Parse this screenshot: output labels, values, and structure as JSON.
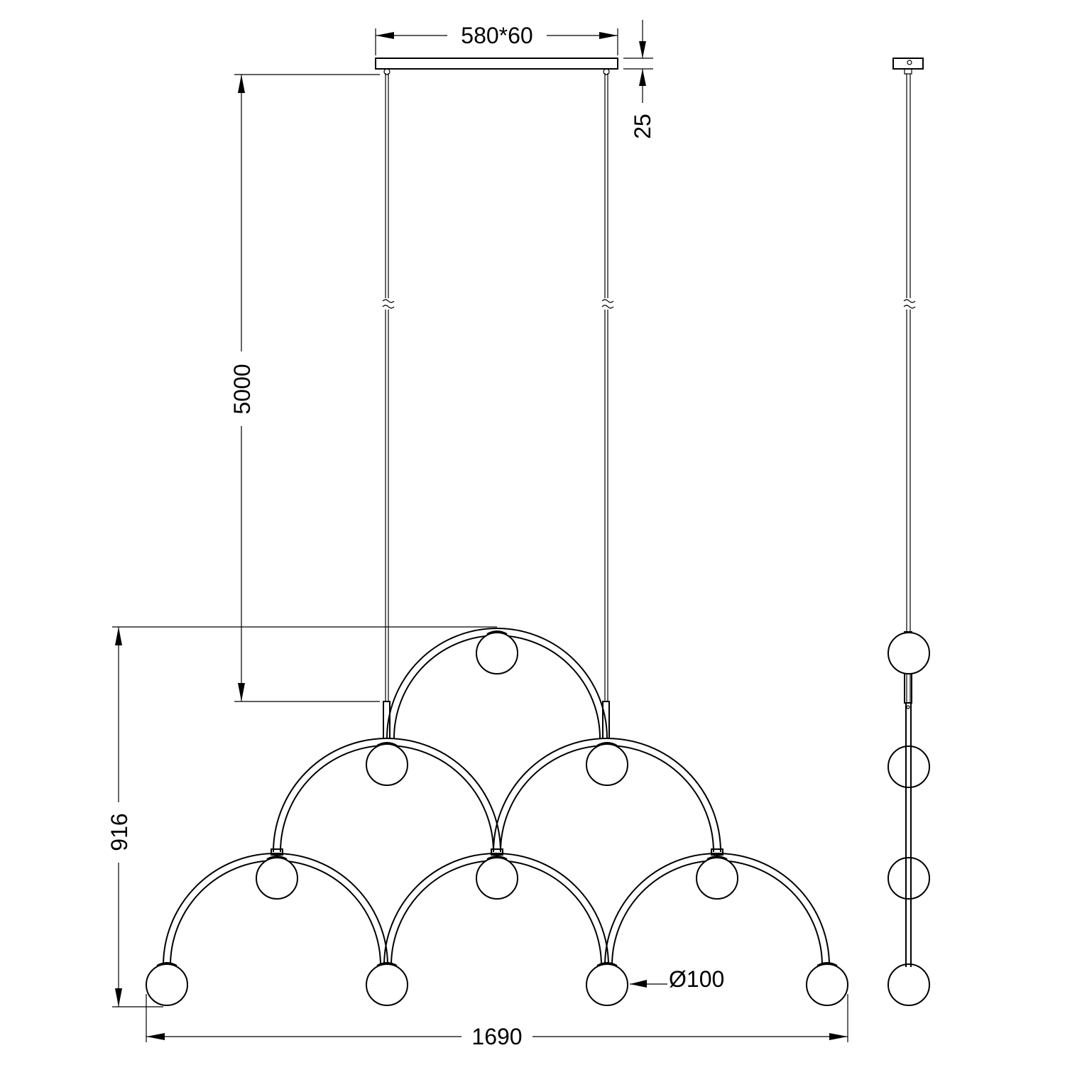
{
  "dimensions": {
    "canopy": "580*60",
    "canopy_thickness": "25",
    "cable_length": "5000",
    "fixture_height": "916",
    "fixture_width": "1690",
    "bulb_diameter": "Ø100"
  }
}
